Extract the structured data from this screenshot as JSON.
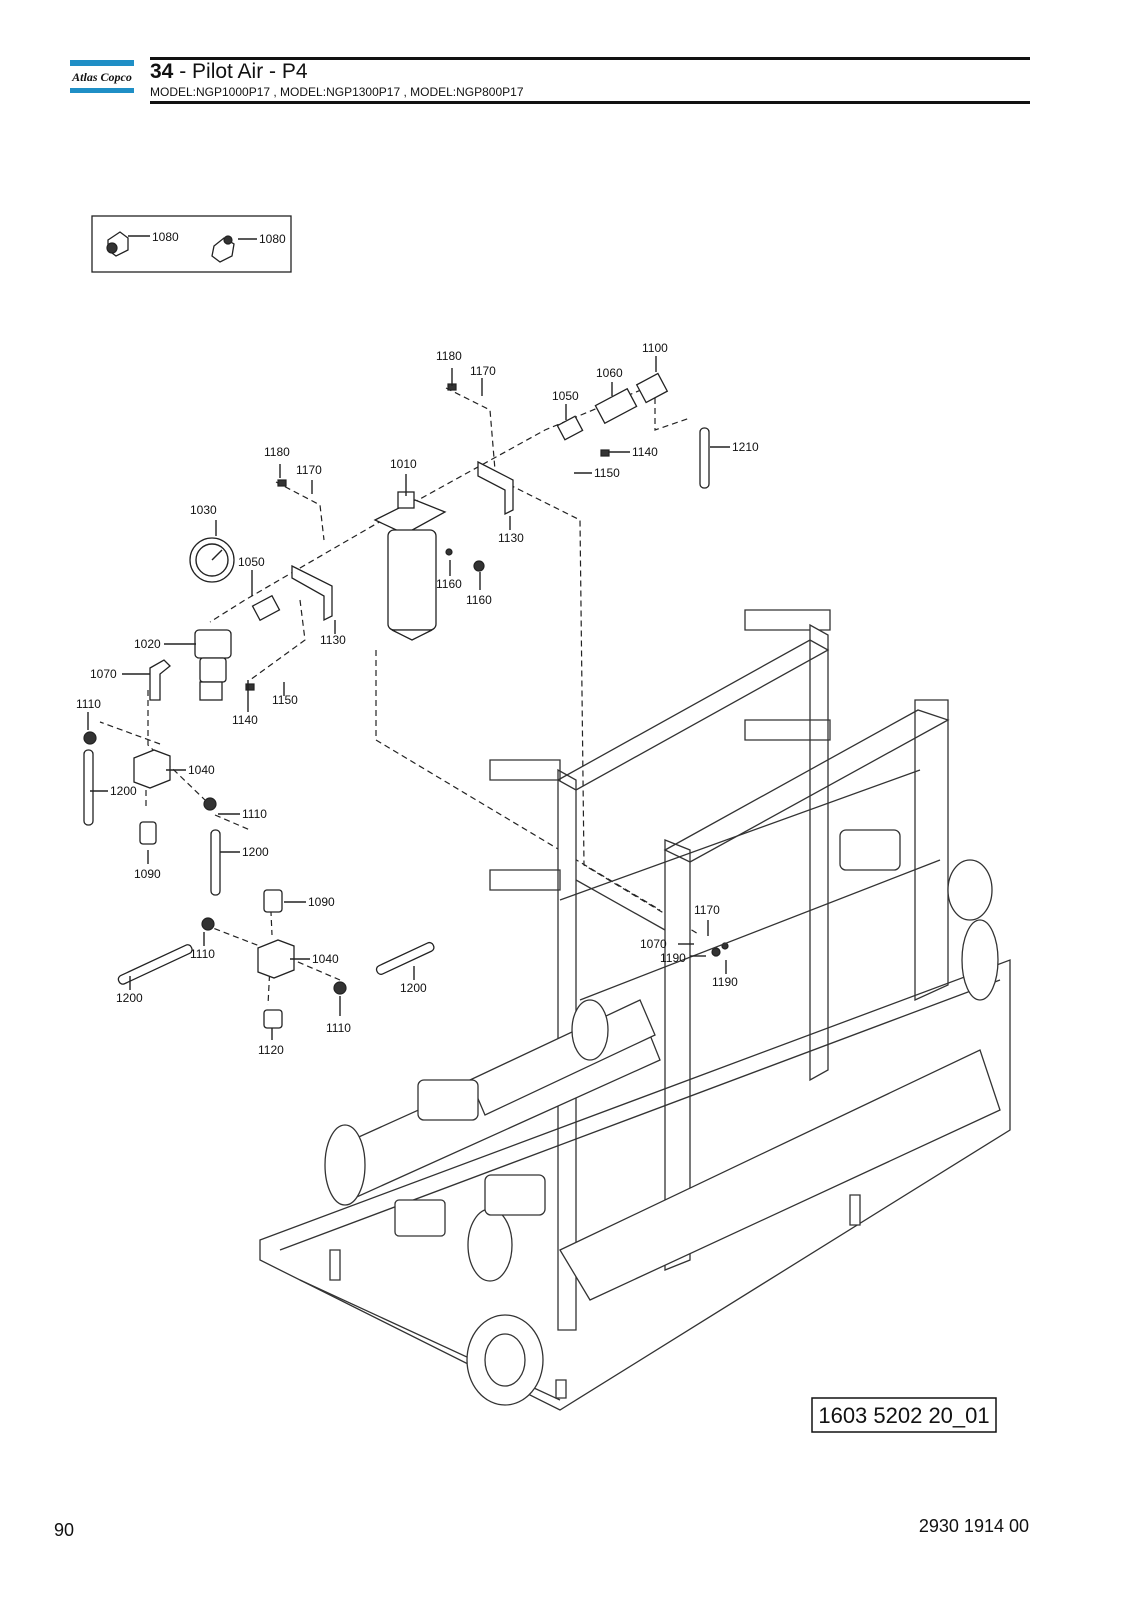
{
  "header": {
    "section_number": "34",
    "title_text": " - Pilot Air - P4",
    "models": "MODEL:NGP1000P17 , MODEL:NGP1300P17 , MODEL:NGP800P17",
    "logo_text": "Atlas Copco",
    "logo_color": "#1f8fc6"
  },
  "inset": {
    "labels": [
      "1080",
      "1080"
    ]
  },
  "callouts": {
    "c1180a": "1180",
    "c1170a": "1170",
    "c1060": "1060",
    "c1100": "1100",
    "c1050a": "1050",
    "c1140a": "1140",
    "c1150a": "1150",
    "c1210": "1210",
    "c1180b": "1180",
    "c1170b": "1170",
    "c1010": "1010",
    "c1130a": "1130",
    "c1030": "1030",
    "c1050b": "1050",
    "c1160a": "1160",
    "c1160b": "1160",
    "c1130b": "1130",
    "c1020": "1020",
    "c1070a": "1070",
    "c1140b": "1140",
    "c1150b": "1150",
    "c1110a": "1110",
    "c1040a": "1040",
    "c1200a": "1200",
    "c1110b": "1110",
    "c1200b": "1200",
    "c1090a": "1090",
    "c1090b": "1090",
    "c1110c": "1110",
    "c1040b": "1040",
    "c1200c": "1200",
    "c1200d": "1200",
    "c1110d": "1110",
    "c1120": "1120",
    "c1170c": "1170",
    "c1070b": "1070",
    "c1190a": "1190",
    "c1190b": "1190"
  },
  "drawing_id": "1603 5202 20_01",
  "footer": {
    "page_number": "90",
    "document_number": "2930 1914 00"
  }
}
